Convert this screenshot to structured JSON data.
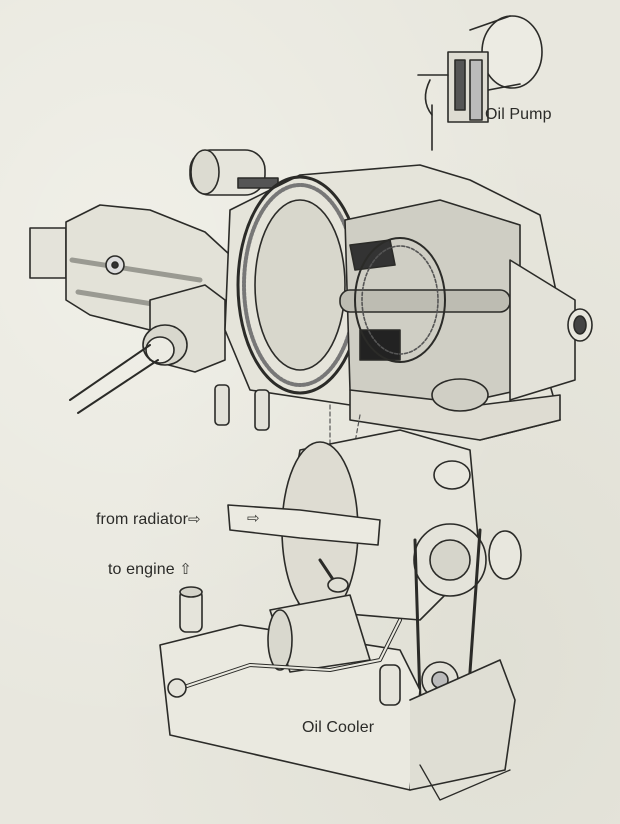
{
  "diagram": {
    "subject": "Rotary engine cutaway with cooling and lubrication components",
    "colors": {
      "paper": "#e8e7de",
      "ink": "#2b2b28",
      "shade": "#9a9a92"
    },
    "labels": {
      "oil_pump": "Oil Pump",
      "from_radiator": "from radiator",
      "from_radiator_arrow": "⇨",
      "hose_arrow": "⇨",
      "to_engine": "to engine",
      "to_engine_arrow": "⇧",
      "oil_cooler": "Oil Cooler"
    }
  }
}
